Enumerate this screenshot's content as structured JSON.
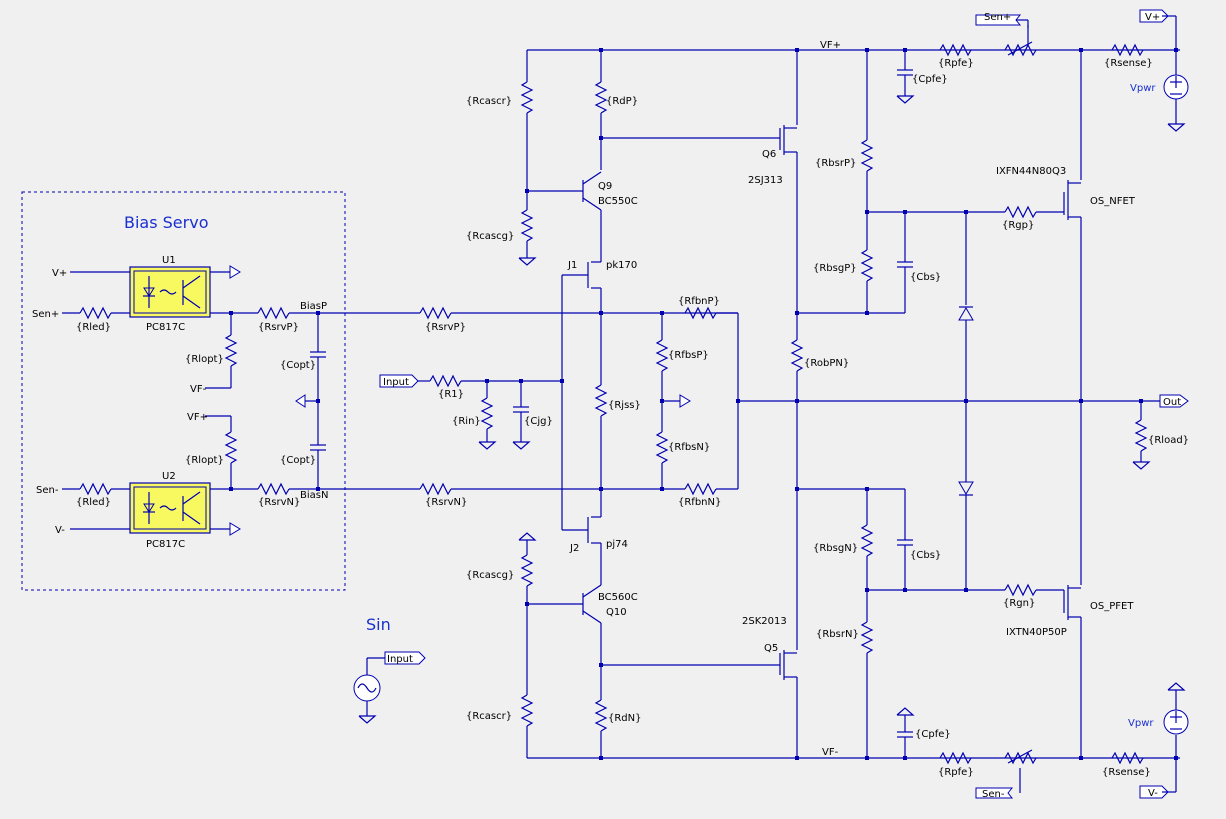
{
  "title": "Bias Servo",
  "sin_label": "Sin",
  "labels": {
    "u1": "U1",
    "u2": "U2",
    "pc1": "PC817C",
    "pc2": "PC817C",
    "vplus_in": "V+",
    "senplus_in": "Sen+",
    "rled1": "{Rled}",
    "rsrvp1": "{RsrvP}",
    "biasp": "BiasP",
    "rlopt1": "{Rlopt}",
    "vfminus_s": "VF-",
    "copt1": "{Copt}",
    "copt2": "{Copt}",
    "vfplus_s": "VF+",
    "rlopt2": "{Rlopt}",
    "senminus_in": "Sen-",
    "rled2": "{Rled}",
    "vminus_in": "V-",
    "rsrvn1": "{RsrvN}",
    "biasn": "BiasN",
    "rsrvp2": "{RsrvP}",
    "rsrvn2": "{RsrvN}",
    "input": "Input",
    "r1": "{R1}",
    "rin": "{Rin}",
    "cjg": "{Cjg}",
    "rcascr1": "{Rcascr}",
    "rdp": "{RdP}",
    "q9": "Q9",
    "bc550": "BC550C",
    "rcascg1": "{Rcascg}",
    "j1": "J1",
    "pk170": "pk170",
    "rfbnp": "{RfbnP}",
    "rfbsp": "{RfbsP}",
    "rjss": "{Rjss}",
    "rfbsn": "{RfbsN}",
    "rfbnn": "{RfbnN}",
    "j2": "J2",
    "pj74": "pj74",
    "rcascg2": "{Rcascg}",
    "bc560": "BC560C",
    "q10": "Q10",
    "rcascr2": "{Rcascr}",
    "rdn": "{RdN}",
    "vfplus": "VF+",
    "q6": "Q6",
    "sj313": "2SJ313",
    "rbsrp": "{RbsrP}",
    "rbsgp": "{RbsgP}",
    "rpfe1": "{Rpfe}",
    "cpfe1": "{Cpfe}",
    "senplus_top": "Sen+",
    "rsense1": "{Rsense}",
    "vplus_top": "V+",
    "vpwr1": "Vpwr",
    "ixfn": "IXFN44N80Q3",
    "osn": "OS_NFET",
    "rgp": "{Rgp}",
    "cbs1": "{Cbs}",
    "robpn": "{RobPN}",
    "out": "Out",
    "rload": "{Rload}",
    "rbsgn": "{RbsgN}",
    "cbs2": "{Cbs}",
    "rgn": "{Rgn}",
    "osp": "OS_PFET",
    "ixtn": "IXTN40P50P",
    "sk2013": "2SK2013",
    "q5": "Q5",
    "rbsrn": "{RbsrN}",
    "cpfe2": "{Cpfe}",
    "vfminus": "VF-",
    "rpfe2": "{Rpfe}",
    "rsense2": "{Rsense}",
    "vpwr2": "Vpwr",
    "senminus_bot": "Sen-",
    "vminus_bot": "V-",
    "sin_input": "Input"
  },
  "colors": {
    "wire": "#0000b0",
    "title": "#1a2fd0",
    "background": "#f0f0f0",
    "opto": "#f8f860"
  }
}
